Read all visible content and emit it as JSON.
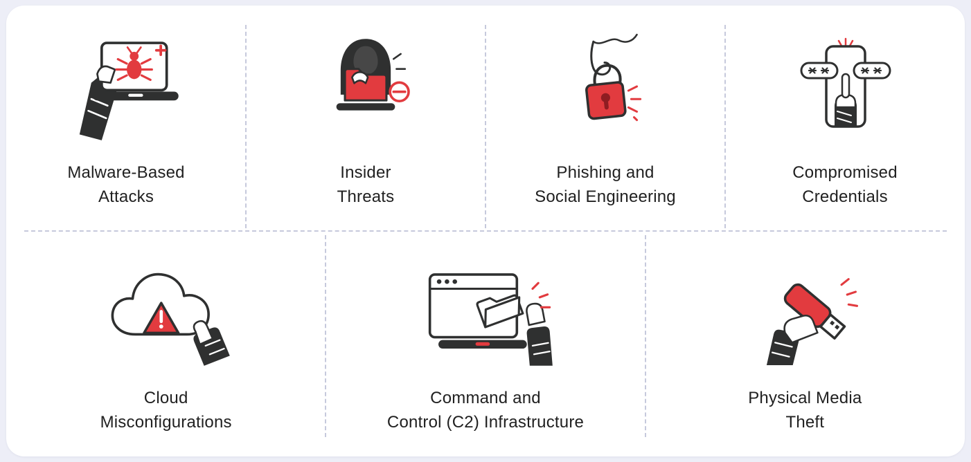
{
  "colors": {
    "background": "#edeef7",
    "card": "#ffffff",
    "accent_red": "#e23b3f",
    "ink": "#212121",
    "stroke_dark": "#2f3030",
    "divider": "#c6c9dc"
  },
  "grid": {
    "top_row": [
      {
        "line1": "Malware-Based",
        "line2": "Attacks",
        "icon": "malware-laptop-bug-icon"
      },
      {
        "line1": "Insider",
        "line2": "Threats",
        "icon": "hooded-hacker-folder-icon"
      },
      {
        "line1": "Phishing and",
        "line2": "Social Engineering",
        "icon": "fishhook-padlock-icon"
      },
      {
        "line1": "Compromised",
        "line2": "Credentials",
        "icon": "phone-password-hand-icon"
      }
    ],
    "bottom_row": [
      {
        "line1": "Cloud",
        "line2": "Misconfigurations",
        "icon": "cloud-warning-hand-icon"
      },
      {
        "line1": "Command and",
        "line2": "Control (C2) Infrastructure",
        "icon": "browser-folder-grab-icon"
      },
      {
        "line1": "Physical Media",
        "line2": "Theft",
        "icon": "usb-drive-hand-icon"
      }
    ]
  }
}
